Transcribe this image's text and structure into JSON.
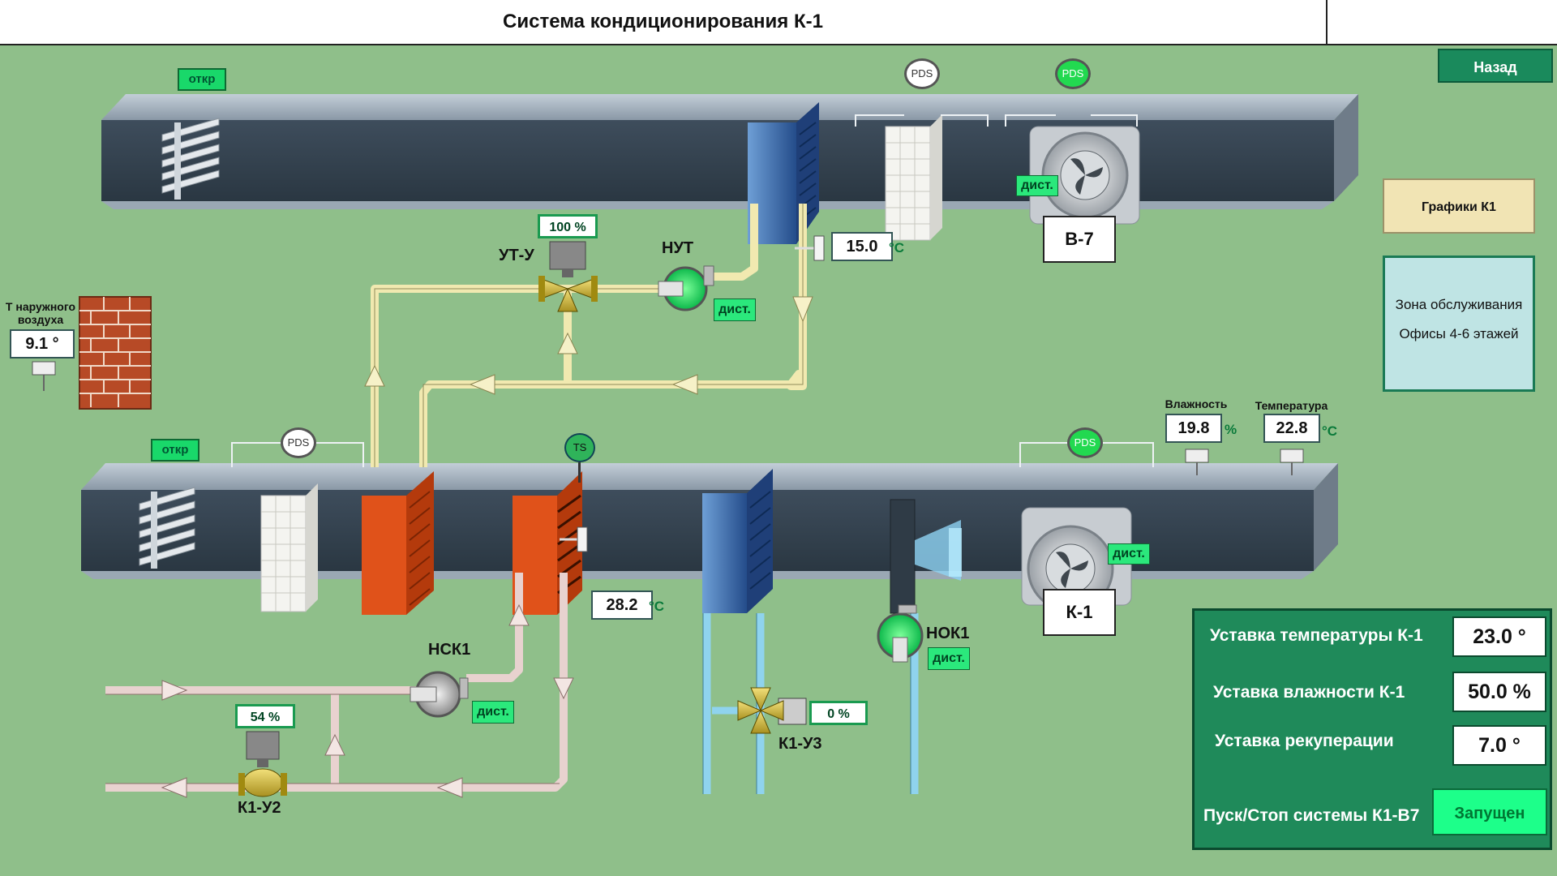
{
  "header": {
    "title": "Система кондиционирования К-1",
    "right_cell": ""
  },
  "nav": {
    "back": "Назад",
    "charts": "Графики К1"
  },
  "zone": {
    "line1": "Зона обслуживания",
    "line2": "Офисы 4-6 этажей"
  },
  "units": {
    "supply": "К-1",
    "exhaust": "В-7"
  },
  "outdoor": {
    "label_line1": "Т наружного",
    "label_line2": "воздуха",
    "value": "9.1 °"
  },
  "dampers": {
    "exhaust_state": "откр",
    "supply_state": "откр"
  },
  "sensors": {
    "pds": "PDS",
    "ts": "TS",
    "exhaust_temp": "15.0",
    "return_water_temp": "28.2",
    "humidity_label": "Влажность",
    "humidity": "19.8",
    "humidity_unit": "%",
    "temperature_label": "Температура",
    "temperature": "22.8",
    "celsius": "°C"
  },
  "valves": {
    "ut_u": {
      "label": "УТ-У",
      "position": "100 %"
    },
    "k1_u2": {
      "label": "К1-У2",
      "position": "54 %"
    },
    "k1_u3": {
      "label": "К1-У3",
      "position": "0 %"
    }
  },
  "pumps": {
    "nut": {
      "label": "НУТ",
      "mode": "дист."
    },
    "nsk1": {
      "label": "НСК1",
      "mode": "дист."
    },
    "nok1": {
      "label": "НОК1",
      "mode": "дист."
    }
  },
  "fans": {
    "exhaust_mode": "дист.",
    "supply_mode": "дист."
  },
  "setpoints": {
    "temp_label": "Уставка температуры К-1",
    "temp_value": "23.0 °",
    "hum_label": "Уставка влажности К-1",
    "hum_value": "50.0 %",
    "rec_label": "Уставка рекуперации",
    "rec_value": "7.0 °",
    "start_label": "Пуск/Стоп системы К1-В7",
    "start_state": "Запущен"
  },
  "colors": {
    "background": "#8fbf8a",
    "pipe_hot": "#f1e9b0",
    "pipe_cold": "#8fd3ee",
    "pipe_pink": "#e8d2cf",
    "heater": "#e0521a",
    "cooler": "#3f6fb0",
    "status_green": "#19d86a"
  }
}
